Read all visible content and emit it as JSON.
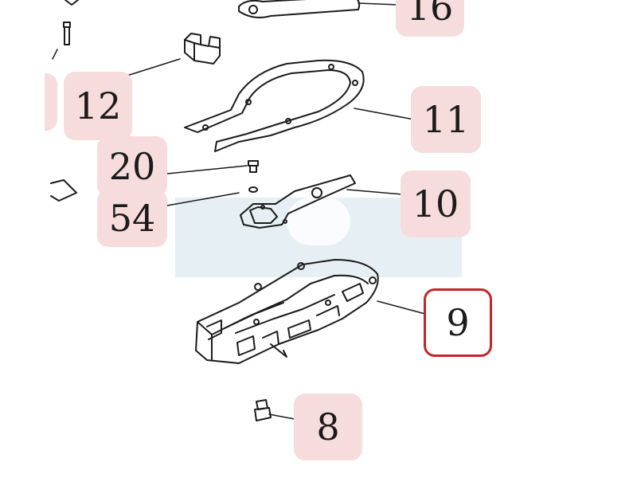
{
  "callouts": [
    {
      "id": "16",
      "label": "16"
    },
    {
      "id": "12",
      "label": "12"
    },
    {
      "id": "11",
      "label": "11"
    },
    {
      "id": "20",
      "label": "20"
    },
    {
      "id": "54",
      "label": "54"
    },
    {
      "id": "10",
      "label": "10"
    },
    {
      "id": "9",
      "label": "9"
    },
    {
      "id": "8",
      "label": "8"
    }
  ],
  "colors": {
    "callout_fill": "#f6dcdc",
    "highlight_border": "#c0282b",
    "line": "#1b1b1b",
    "watermark_blue": "#e3eef3"
  }
}
